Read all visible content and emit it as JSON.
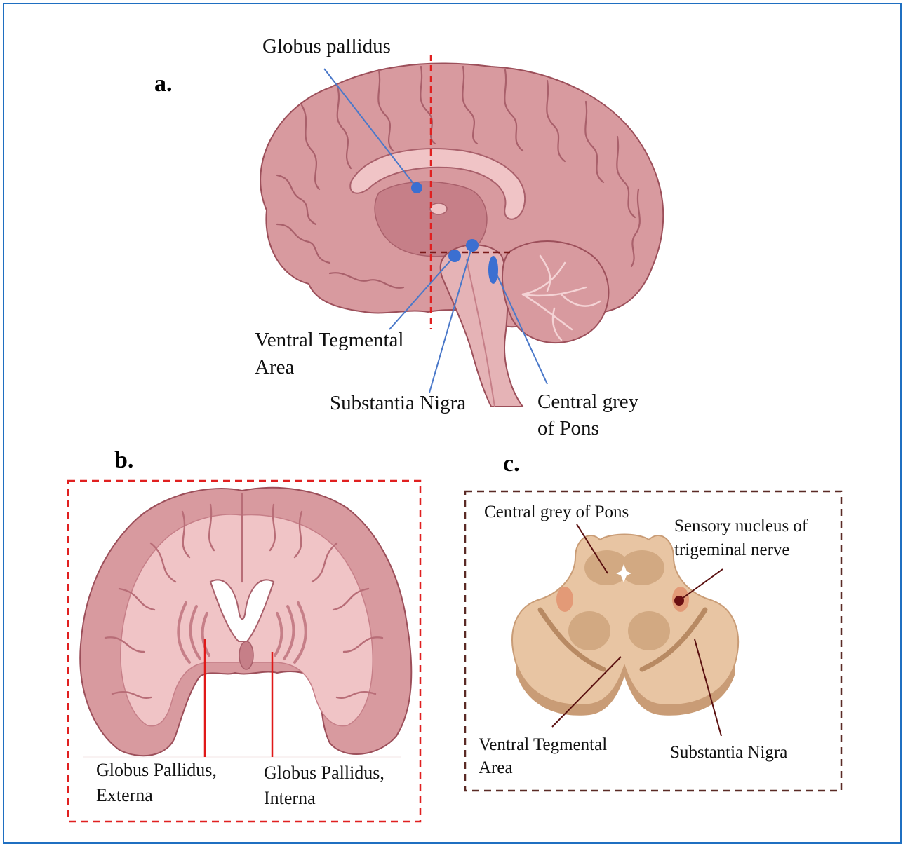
{
  "colors": {
    "border": "#1f6fc1",
    "brain_fill": "#d89a9f",
    "brain_dark": "#b86d77",
    "brain_outline": "#9c4f5a",
    "marker_blue": "#3b6fd1",
    "line_blue": "#4a78c9",
    "dash_red": "#e02020",
    "dash_darkred": "#7a1a1a",
    "pons_fill": "#e8c5a3",
    "pons_dark": "#c99c76",
    "pons_frame": "#5a2a25",
    "leader_red": "#e01818",
    "leader_dark": "#5a1010"
  },
  "panel_a": {
    "letter": "a.",
    "labels": {
      "globus_pallidus": "Globus pallidus",
      "vta_line1": "Ventral Tegmental",
      "vta_line2": "Area",
      "substantia_nigra": "Substantia Nigra",
      "central_grey_line1": "Central grey",
      "central_grey_line2": "of Pons"
    }
  },
  "panel_b": {
    "letter": "b.",
    "labels": {
      "gpe_line1": "Globus Pallidus,",
      "gpe_line2": "Externa",
      "gpi_line1": "Globus Pallidus,",
      "gpi_line2": "Interna"
    }
  },
  "panel_c": {
    "letter": "c.",
    "labels": {
      "central_grey": "Central grey of Pons",
      "sensory_line1": "Sensory nucleus of",
      "sensory_line2": "trigeminal nerve",
      "vta_line1": "Ventral Tegmental",
      "vta_line2": "Area",
      "substantia_nigra": "Substantia Nigra"
    }
  }
}
